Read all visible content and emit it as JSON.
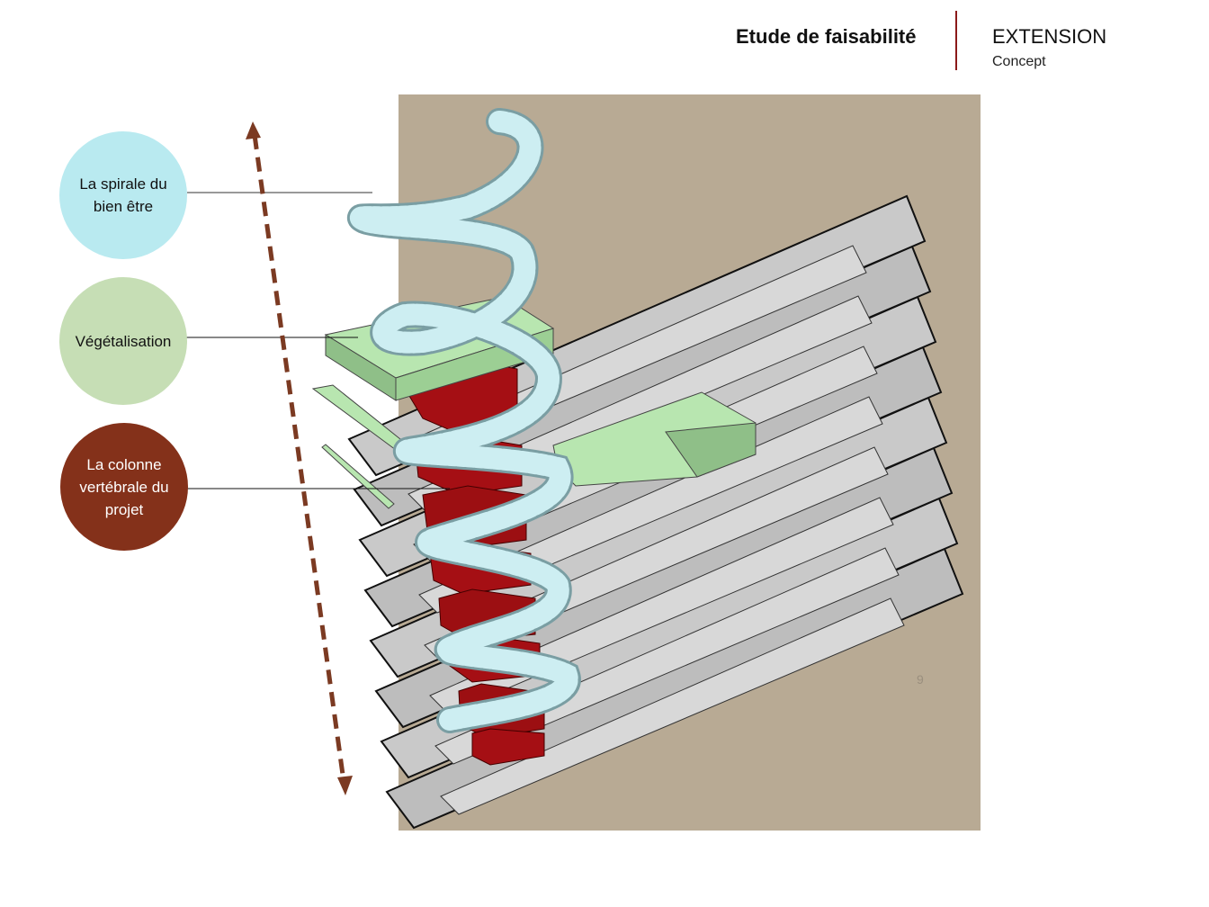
{
  "header": {
    "title": "Etude de faisabilité",
    "section": "EXTENSION",
    "subsection": "Concept"
  },
  "legend": [
    {
      "label": "La spirale du bien être",
      "color": "#b9eaf0"
    },
    {
      "label": "Végétalisation",
      "color": "#c6deb5"
    },
    {
      "label": "La colonne vertébrale du projet",
      "color": "#84311a"
    }
  ],
  "page_number": "9",
  "colors": {
    "panel": "#b8aa94",
    "arrow": "#7b3a22",
    "column": "#9c0f12",
    "roof": "#b8e6b0",
    "spiral": "#bfe8ec",
    "accent_line": "#8b1a1a"
  }
}
